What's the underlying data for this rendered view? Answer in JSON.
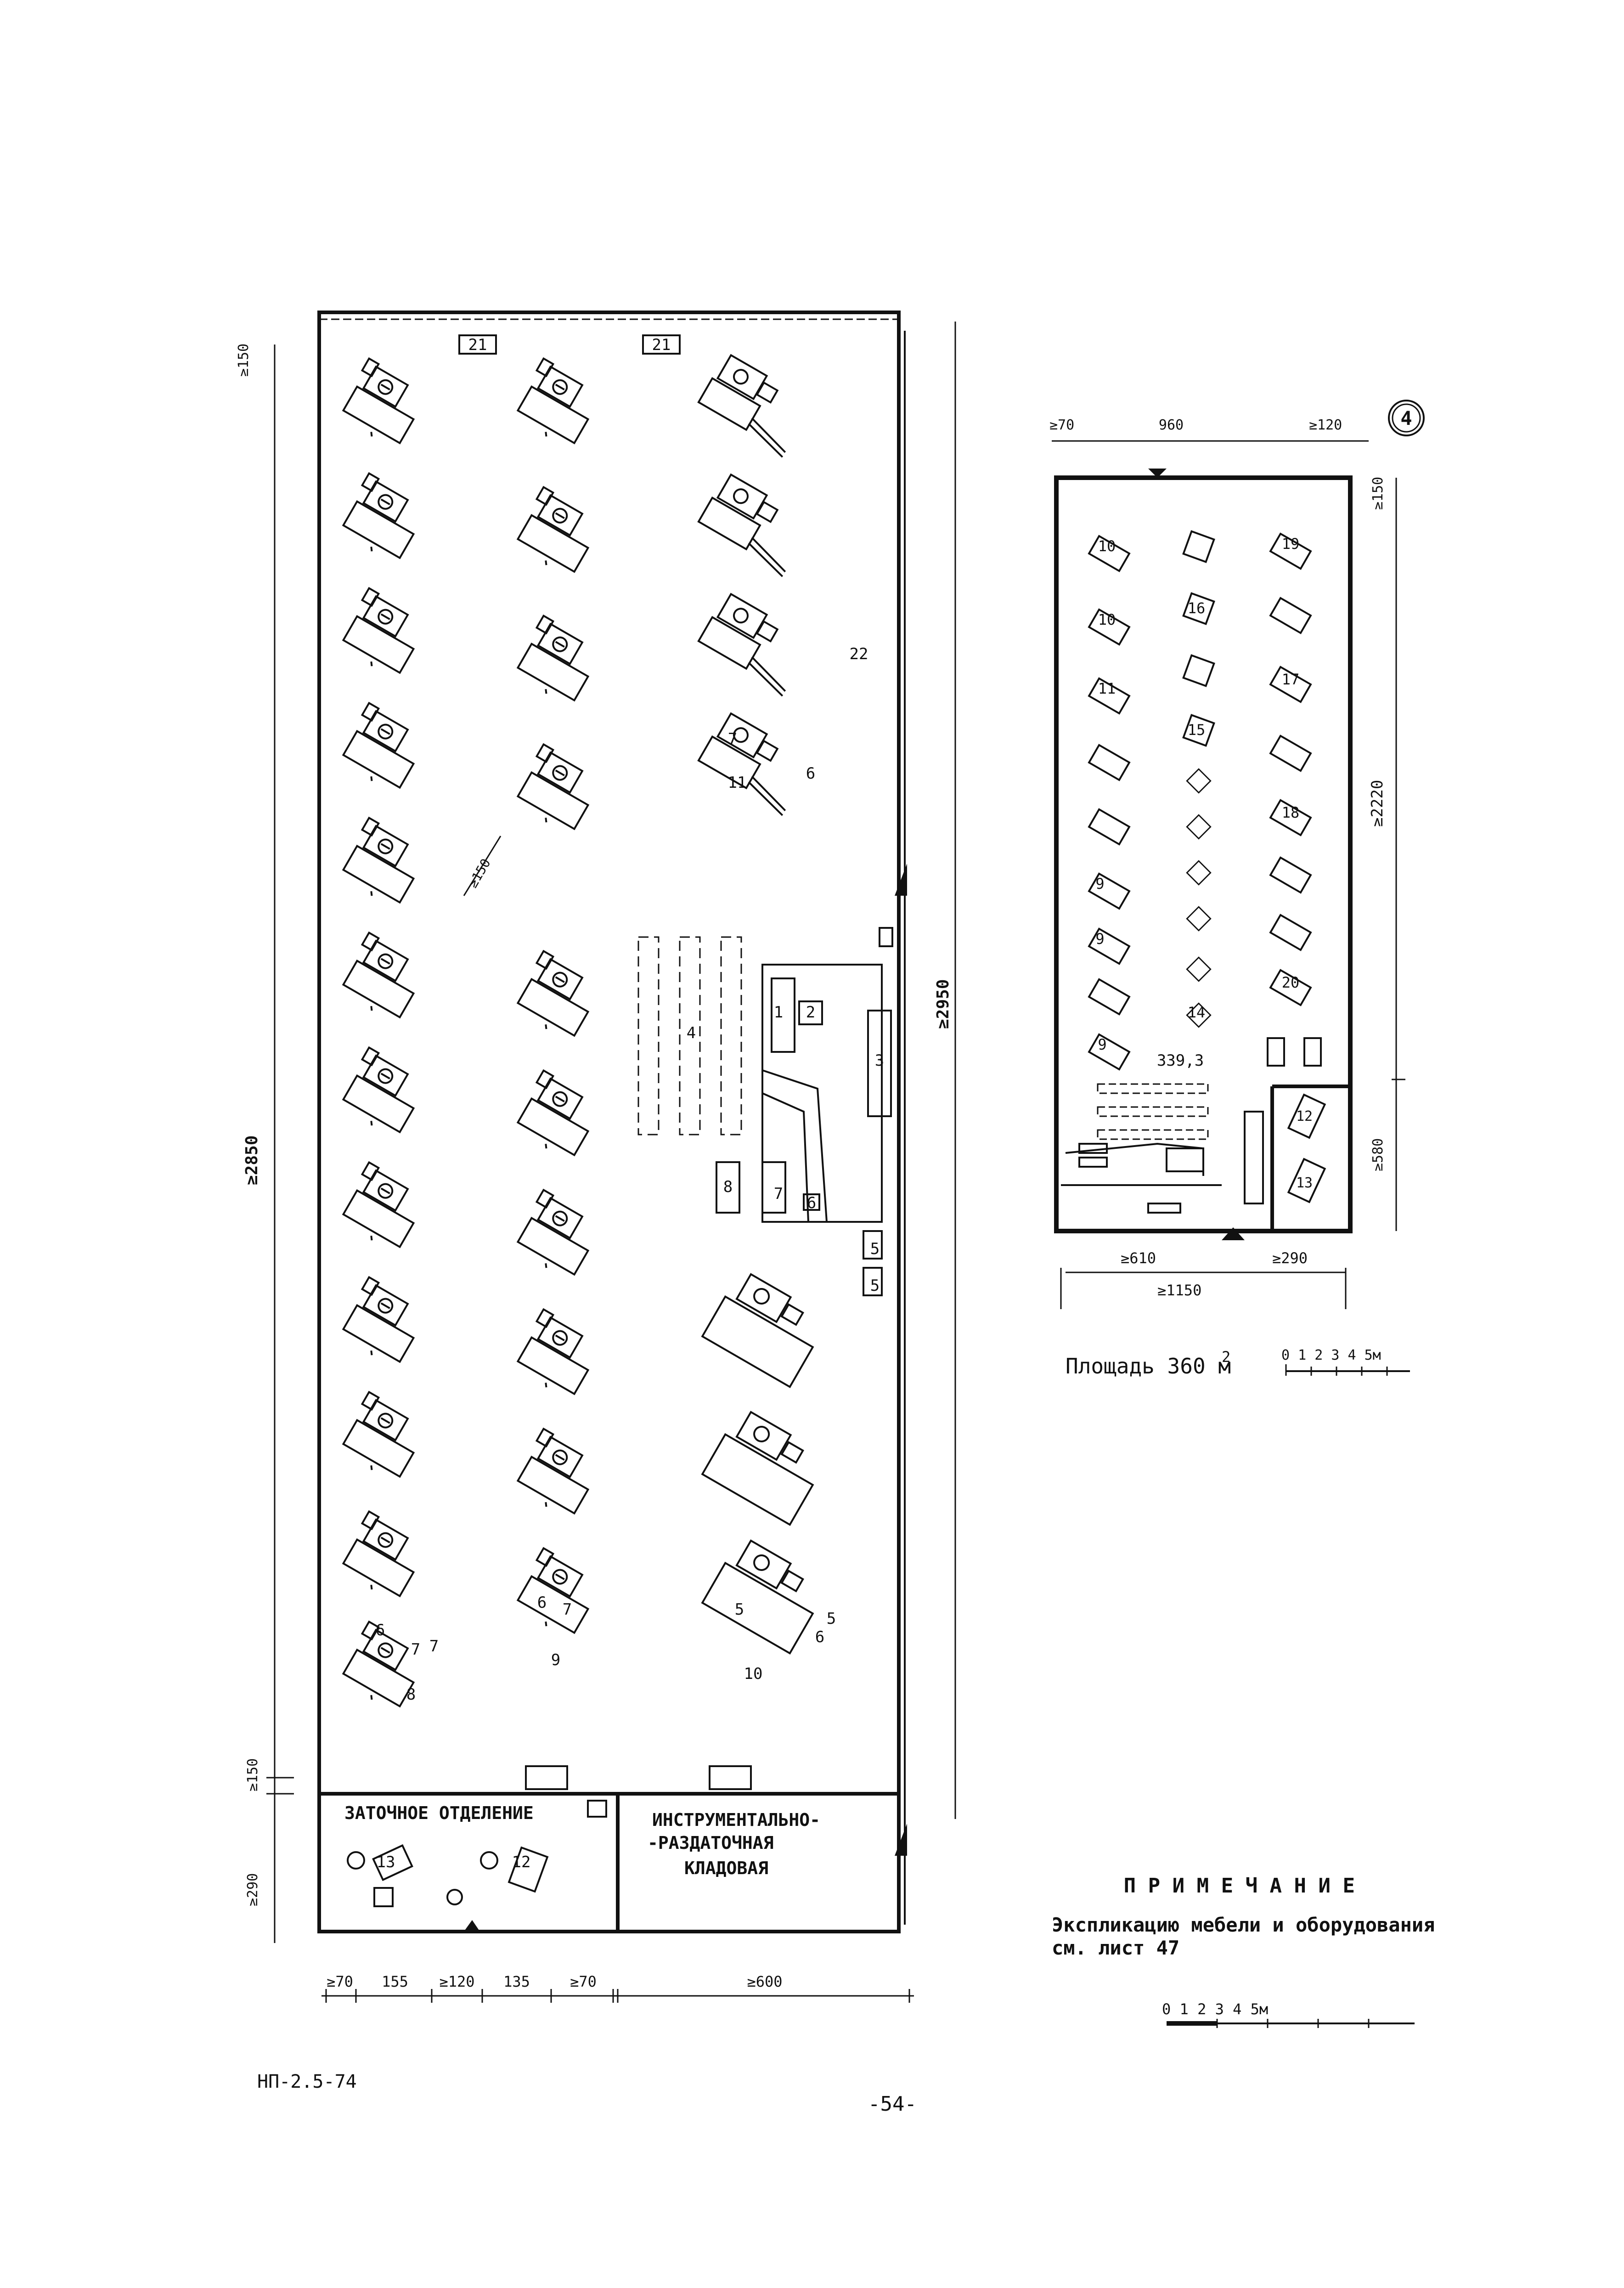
{
  "left_plan": {
    "marks": [
      "21",
      "21",
      "22",
      "4",
      "1",
      "2",
      "3",
      "8",
      "7",
      "6",
      "5",
      "5",
      "5",
      "5",
      "7",
      "6",
      "11",
      "6",
      "7",
      "9",
      "7",
      "6",
      "10",
      "6",
      "7",
      "8"
    ],
    "dims_top": [
      "≥150"
    ],
    "dims_left": [
      "≥2850",
      "≥150",
      "≥290"
    ],
    "dims_right": [
      "≥2950"
    ],
    "dims_bottom": [
      "≥70",
      "155",
      "≥120",
      "135",
      "≥70",
      "≥600"
    ],
    "aisle_dim": "≥150",
    "rooms": {
      "sharpening": "ЗАТОЧНОЕ ОТДЕЛЕНИЕ",
      "tool_store_1": "ИНСТРУМЕНТАЛЬНО-",
      "tool_store_2": "-РАЗДАТОЧНАЯ",
      "tool_store_3": "КЛАДОВАЯ"
    },
    "sharpening_marks": [
      "13",
      "12"
    ]
  },
  "right_plan": {
    "sheet_no": "4",
    "dims_top": [
      "≥70",
      "960",
      "≥120"
    ],
    "dims_right": [
      "≥150",
      "≥2220",
      "≥580"
    ],
    "dims_bottom": [
      "≥610",
      "≥290",
      "≥1150"
    ],
    "level_mark": "339,3",
    "marks_left": [
      "10",
      "10",
      "11",
      "9",
      "9",
      "9"
    ],
    "marks_mid": [
      "16",
      "15",
      "14"
    ],
    "marks_right": [
      "19",
      "17",
      "18",
      "20"
    ],
    "marks_room": [
      "12",
      "13"
    ],
    "area_label": "Площадь 360 м",
    "area_sup": "2",
    "scale_label": "0 1 2 3 4 5м"
  },
  "note": {
    "title": "П Р И М Е Ч А Н И Е",
    "line1": "Экспликацию мебели и оборудования",
    "line2": "см. лист 47"
  },
  "bottom_scale": "0   1   2   3   4   5м",
  "doc_code": "НП-2.5-74",
  "page_number": "-54-"
}
